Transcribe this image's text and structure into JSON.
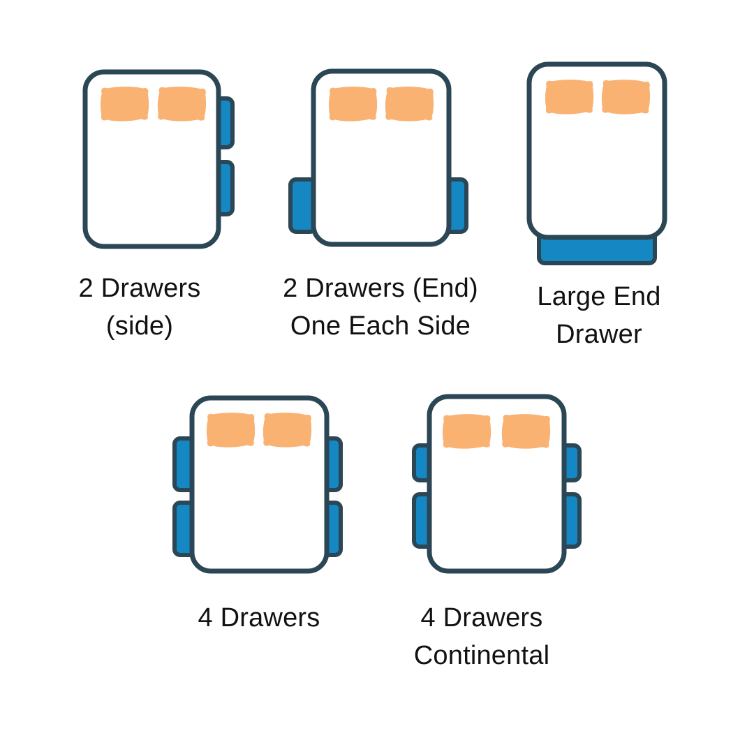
{
  "title": "Bed drawer configuration diagram",
  "colors": {
    "outline": "#2b4654",
    "drawer": "#1587c3",
    "pillow": "#f9b272",
    "text": "#111111",
    "background": "#ffffff"
  },
  "figures": [
    {
      "id": "two-drawers-side",
      "label": "2 Drawers\n(side)",
      "drawer_count": 2,
      "drawer_placement": "two drawers on right side",
      "pillows": 2
    },
    {
      "id": "two-drawers-end-one-each-side",
      "label": "2 Drawers (End)\nOne Each Side",
      "drawer_count": 2,
      "drawer_placement": "one drawer each side near foot end",
      "pillows": 2
    },
    {
      "id": "large-end-drawer",
      "label": "Large End\nDrawer",
      "drawer_count": 1,
      "drawer_placement": "one large drawer across foot end",
      "pillows": 2
    },
    {
      "id": "four-drawers",
      "label": "4 Drawers",
      "drawer_count": 4,
      "drawer_placement": "two equal drawers each side",
      "pillows": 2
    },
    {
      "id": "four-drawers-continental",
      "label": "4 Drawers\nContinental",
      "drawer_count": 4,
      "drawer_placement": "short upper and long lower drawer each side",
      "pillows": 2
    }
  ]
}
